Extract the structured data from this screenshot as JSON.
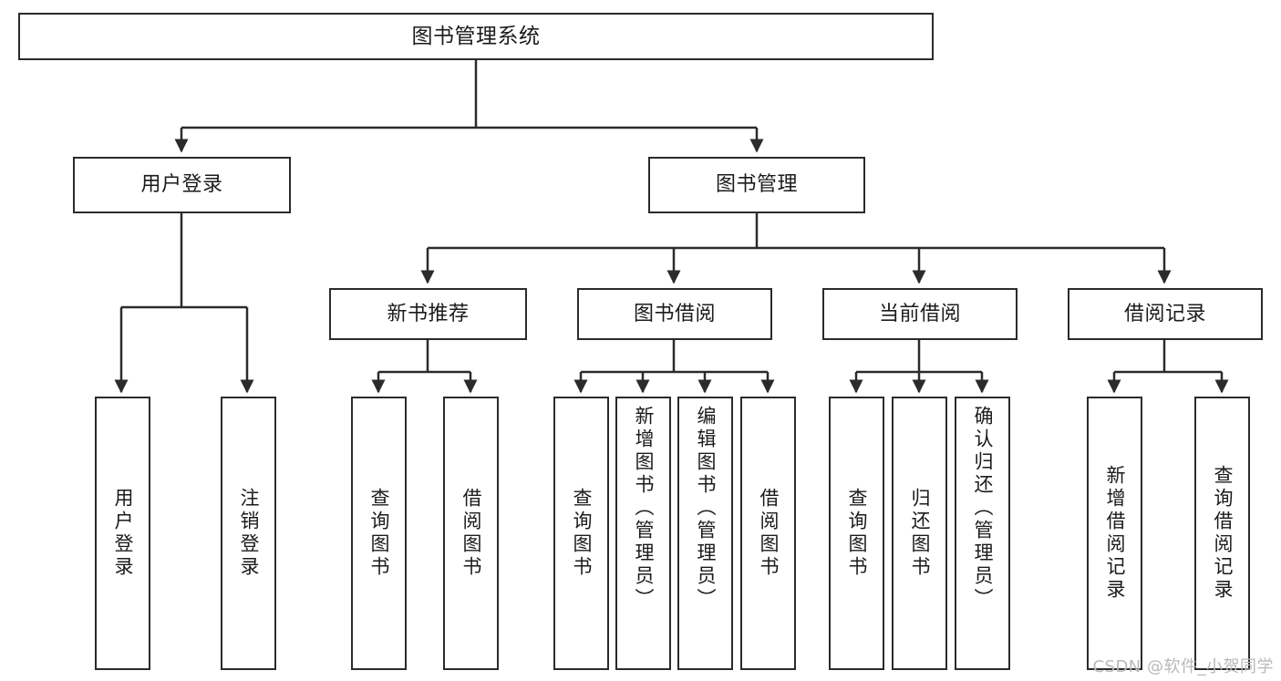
{
  "diagram": {
    "title": "图书管理系统",
    "type": "tree-hierarchy",
    "watermark": "CSDN @软件_小贺同学",
    "colors": {
      "stroke": "#2b2b2b",
      "fill": "#ffffff",
      "text": "#1b1b1b",
      "watermark": "#b9b9b9"
    },
    "nodes": {
      "root": {
        "label": "图书管理系统"
      },
      "level1": [
        {
          "id": "user-login",
          "label": "用户登录"
        },
        {
          "id": "book-manage",
          "label": "图书管理"
        }
      ],
      "level2": [
        {
          "id": "new-book-rec",
          "label": "新书推荐"
        },
        {
          "id": "book-borrow",
          "label": "图书借阅"
        },
        {
          "id": "current-borrow",
          "label": "当前借阅"
        },
        {
          "id": "borrow-record",
          "label": "借阅记录"
        }
      ],
      "leaves": {
        "user-login": [
          {
            "id": "leaf-user-login",
            "label": "用户登录"
          },
          {
            "id": "leaf-logout",
            "label": "注销登录"
          }
        ],
        "new-book-rec": [
          {
            "id": "leaf-query-book-1",
            "label": "查询图书"
          },
          {
            "id": "leaf-borrow-book-1",
            "label": "借阅图书"
          }
        ],
        "book-borrow": [
          {
            "id": "leaf-query-book-2",
            "label": "查询图书"
          },
          {
            "id": "leaf-add-book",
            "label": "新增图书（管理员）"
          },
          {
            "id": "leaf-edit-book",
            "label": "编辑图书（管理员）"
          },
          {
            "id": "leaf-borrow-book-2",
            "label": "借阅图书"
          }
        ],
        "current-borrow": [
          {
            "id": "leaf-query-book-3",
            "label": "查询图书"
          },
          {
            "id": "leaf-return-book",
            "label": "归还图书"
          },
          {
            "id": "leaf-confirm-return",
            "label": "确认归还（管理员）"
          }
        ],
        "borrow-record": [
          {
            "id": "leaf-add-record",
            "label": "新增借阅记录"
          },
          {
            "id": "leaf-query-record",
            "label": "查询借阅记录"
          }
        ]
      }
    }
  }
}
